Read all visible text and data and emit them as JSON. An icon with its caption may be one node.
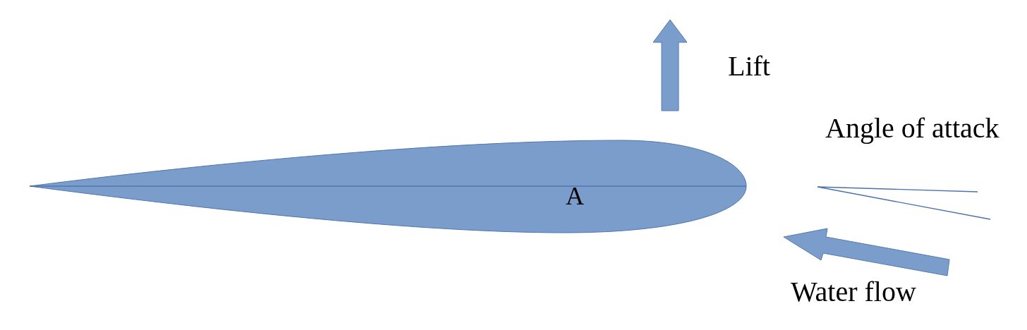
{
  "diagram": {
    "nodes": [
      {
        "text": [
          "A"
        ]
      }
    ],
    "labels": [
      "Lift",
      "Angle of attack",
      "Water flow"
    ]
  }
}
